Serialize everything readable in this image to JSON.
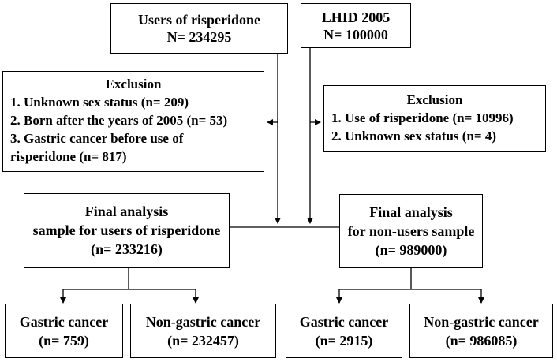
{
  "boxes": {
    "users": {
      "line1": "Users of risperidone",
      "line2": "N= 234295"
    },
    "lhid": {
      "line1": "LHID 2005",
      "line2": "N= 100000"
    },
    "exclusion_left": {
      "title": "Exclusion",
      "items": [
        "1. Unknown sex status (n= 209)",
        "2. Born after the years of 2005 (n= 53)",
        "3. Gastric cancer before use of",
        "risperidone (n= 817)"
      ]
    },
    "exclusion_right": {
      "title": "Exclusion",
      "items": [
        "1. Use of risperidone  (n= 10996)",
        "2. Unknown sex status (n= 4)"
      ]
    },
    "final_users": {
      "line1": "Final analysis",
      "line2": "sample for users of risperidone",
      "line3": "(n= 233216)"
    },
    "final_nonusers": {
      "line1": "Final analysis",
      "line2": "for non-users sample",
      "line3": "(n=  989000)"
    },
    "users_gastric": {
      "line1": "Gastric cancer",
      "line2": "(n= 759)"
    },
    "users_nongastric": {
      "line1": "Non-gastric cancer",
      "line2": "(n= 232457)"
    },
    "nonusers_gastric": {
      "line1": "Gastric cancer",
      "line2": "(n= 2915)"
    },
    "nonusers_nongastric": {
      "line1": "Non-gastric cancer",
      "line2": "(n= 986085)"
    }
  }
}
